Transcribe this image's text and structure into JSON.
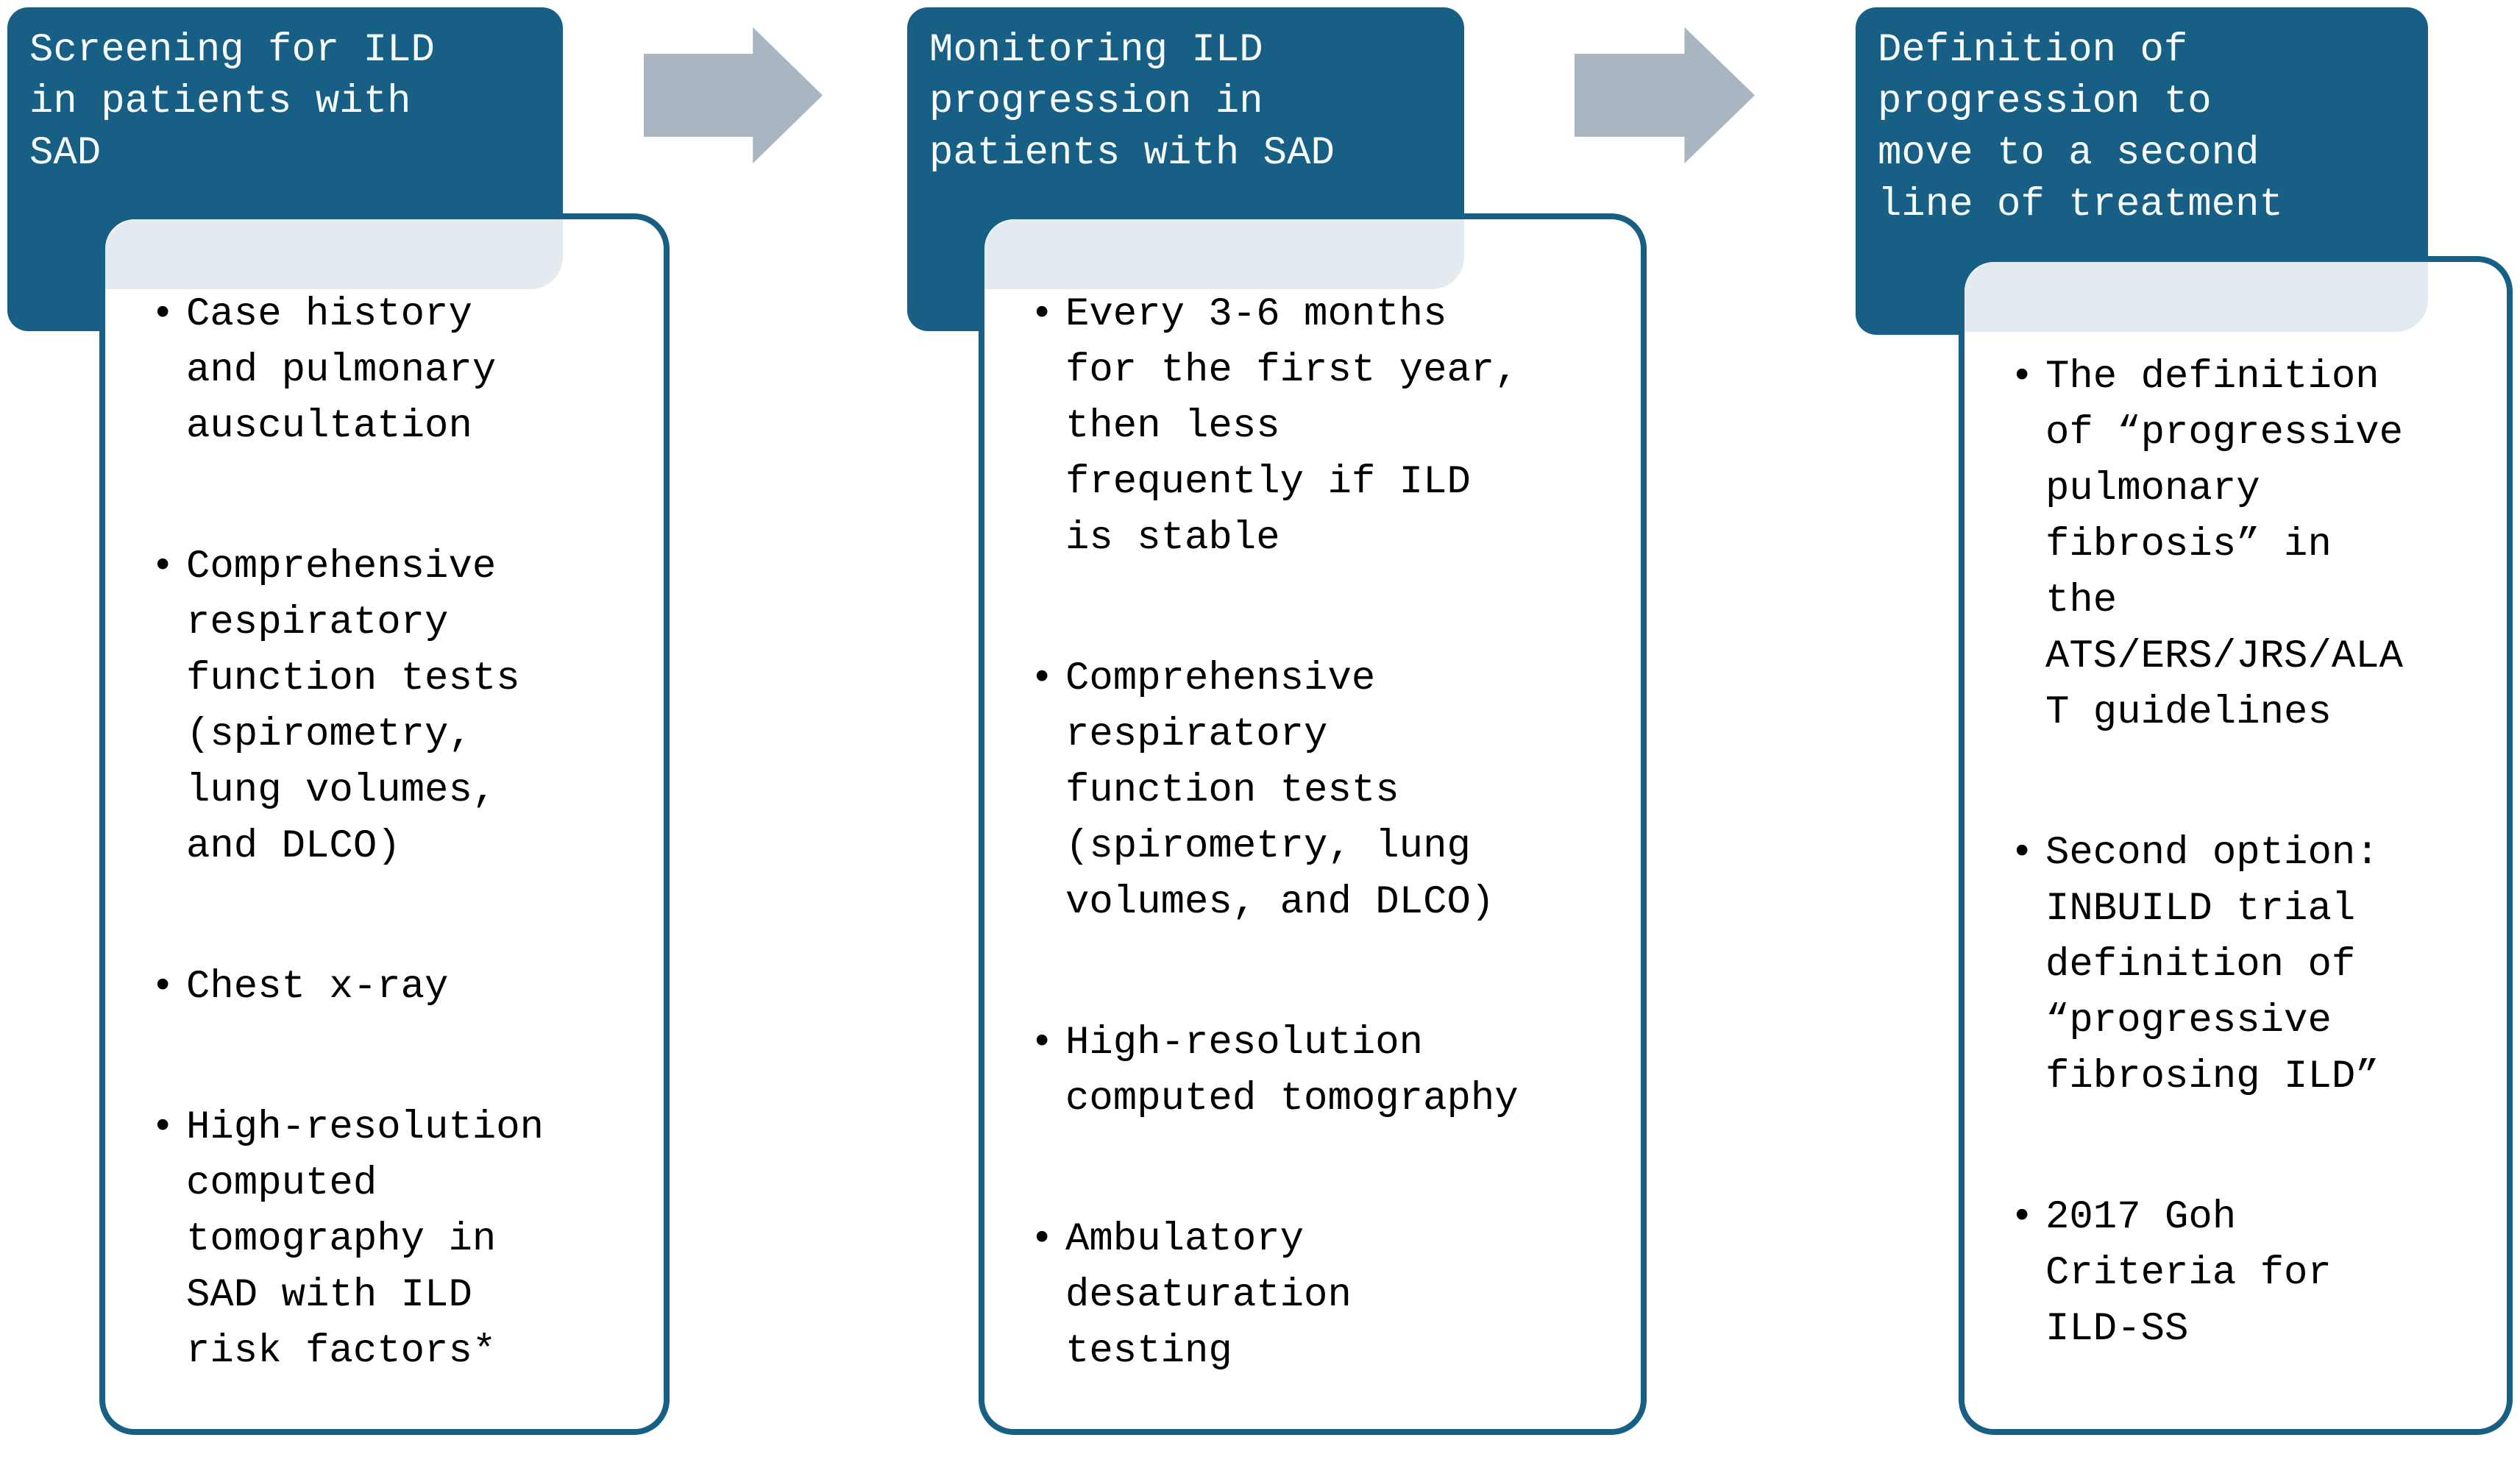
{
  "colors": {
    "header_fill": "#175f85",
    "box_border": "#175f85",
    "band_fill": "#e3eaf0",
    "arrow_fill": "#a9b5c1",
    "header_text": "#f8fbfd",
    "body_text": "#000000",
    "background": "#ffffff"
  },
  "bullet_glyph": "•",
  "panels": [
    {
      "id": "screening",
      "header": "Screening for ILD\nin patients with\nSAD",
      "bullets": [
        "Case history\nand pulmonary\nauscultation",
        "Comprehensive\nrespiratory\nfunction tests\n(spirometry,\nlung volumes,\nand DLCO)",
        "Chest x-ray",
        "High-resolution\ncomputed\ntomography in\nSAD with ILD\nrisk factors*"
      ]
    },
    {
      "id": "monitoring",
      "header": "Monitoring ILD\nprogression in\npatients with SAD",
      "bullets": [
        "Every 3-6 months\nfor the first year,\nthen less\nfrequently if ILD\nis stable",
        "Comprehensive\nrespiratory\nfunction tests\n(spirometry, lung\nvolumes, and DLCO)",
        "High-resolution\ncomputed tomography",
        "Ambulatory\ndesaturation\ntesting"
      ]
    },
    {
      "id": "progression-definition",
      "header": "Definition of\nprogression to\nmove to a second\nline of treatment",
      "bullets": [
        "The definition\nof “progressive\npulmonary\nfibrosis” in\nthe\nATS/ERS/JRS/ALA\nT guidelines",
        "Second option:\nINBUILD trial\ndefinition of\n“progressive\nfibrosing ILD”",
        "2017 Goh\nCriteria for\nILD-SS"
      ]
    }
  ]
}
